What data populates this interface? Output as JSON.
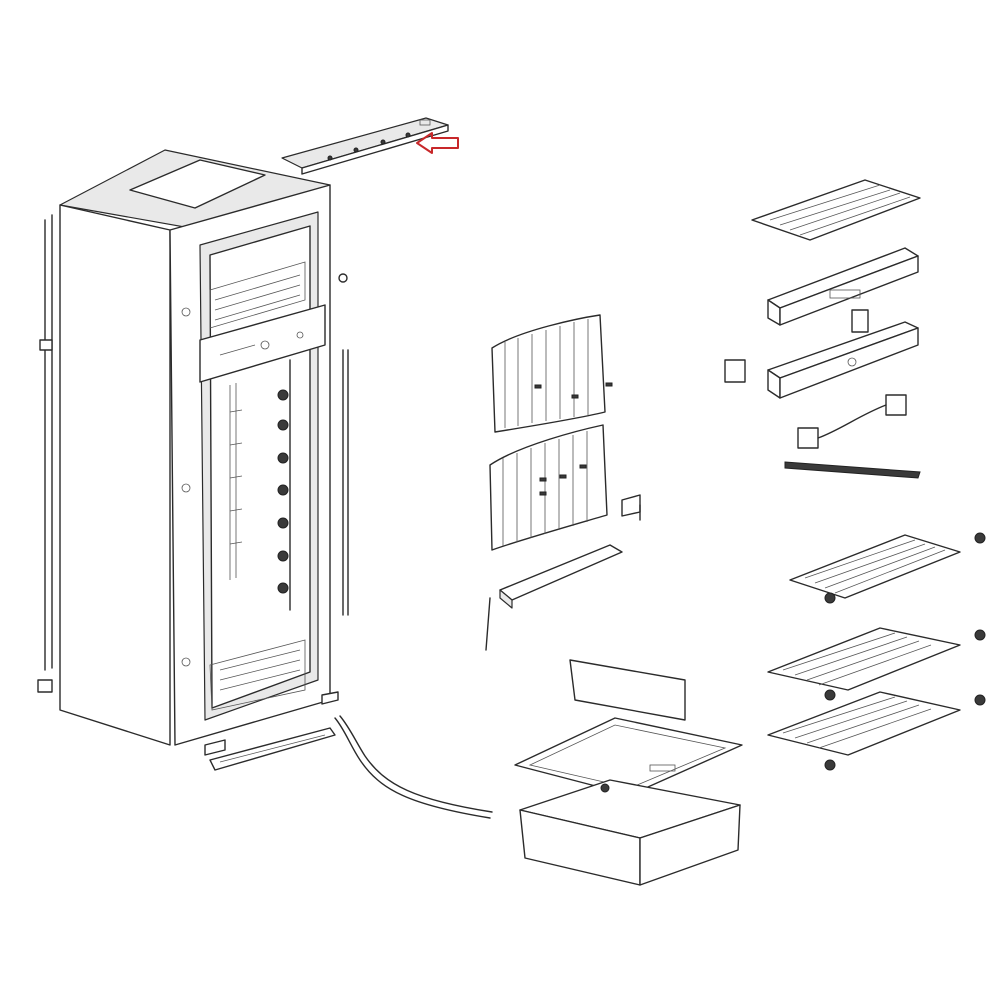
{
  "figure": {
    "type": "exploded parts diagram",
    "subject": "refrigerator"
  },
  "highlight": {
    "icon": "outline-arrow-left",
    "color": "#c8282a"
  },
  "colors": {
    "line": "#2b2b2b",
    "background": "#ffffff"
  }
}
